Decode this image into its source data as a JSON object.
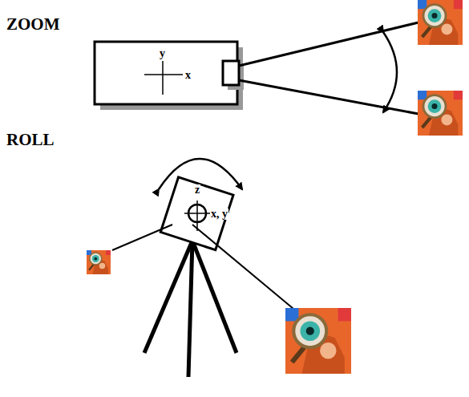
{
  "diagram": {
    "labels": [
      "ZOOM",
      "y",
      "x",
      "ROLL",
      "z",
      "x, y"
    ]
  }
}
